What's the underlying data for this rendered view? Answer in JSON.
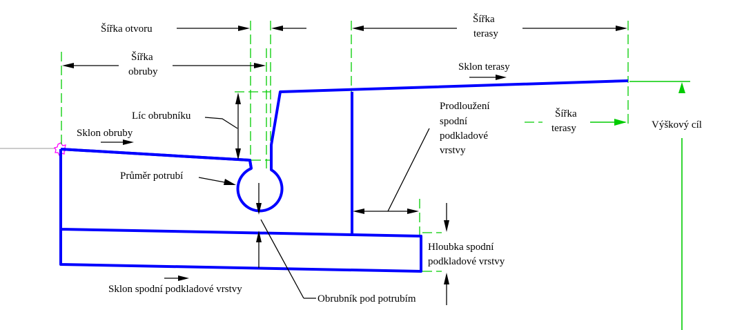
{
  "labels": {
    "opening_width": "Šířka otvoru",
    "terrace_width_top_1": "Šířka",
    "terrace_width_top_2": "terasy",
    "flange_width_1": "Šířka",
    "flange_width_2": "obruby",
    "terrace_slope": "Sklon terasy",
    "curb_face": "Líc obrubníku",
    "flange_slope": "Sklon obruby",
    "subbase_ext_1": "Prodloužení",
    "subbase_ext_2": "spodní",
    "subbase_ext_3": "podkladové",
    "subbase_ext_4": "vrstvy",
    "terrace_width_mid_1": "Šířka",
    "terrace_width_mid_2": "terasy",
    "elevation_target": "Výškový cíl",
    "pipe_diameter": "Průměr potrubí",
    "subbase_depth_1": "Hloubka spodní",
    "subbase_depth_2": "podkladové vrstvy",
    "subbase_slope": "Sklon spodní podkladové vrstvy",
    "curb_under_pipe": "Obrubník pod potrubím"
  },
  "colors": {
    "structure": "#0000ff",
    "guides": "#00cc00",
    "marker": "#ff00ff",
    "annotation": "#000000"
  }
}
